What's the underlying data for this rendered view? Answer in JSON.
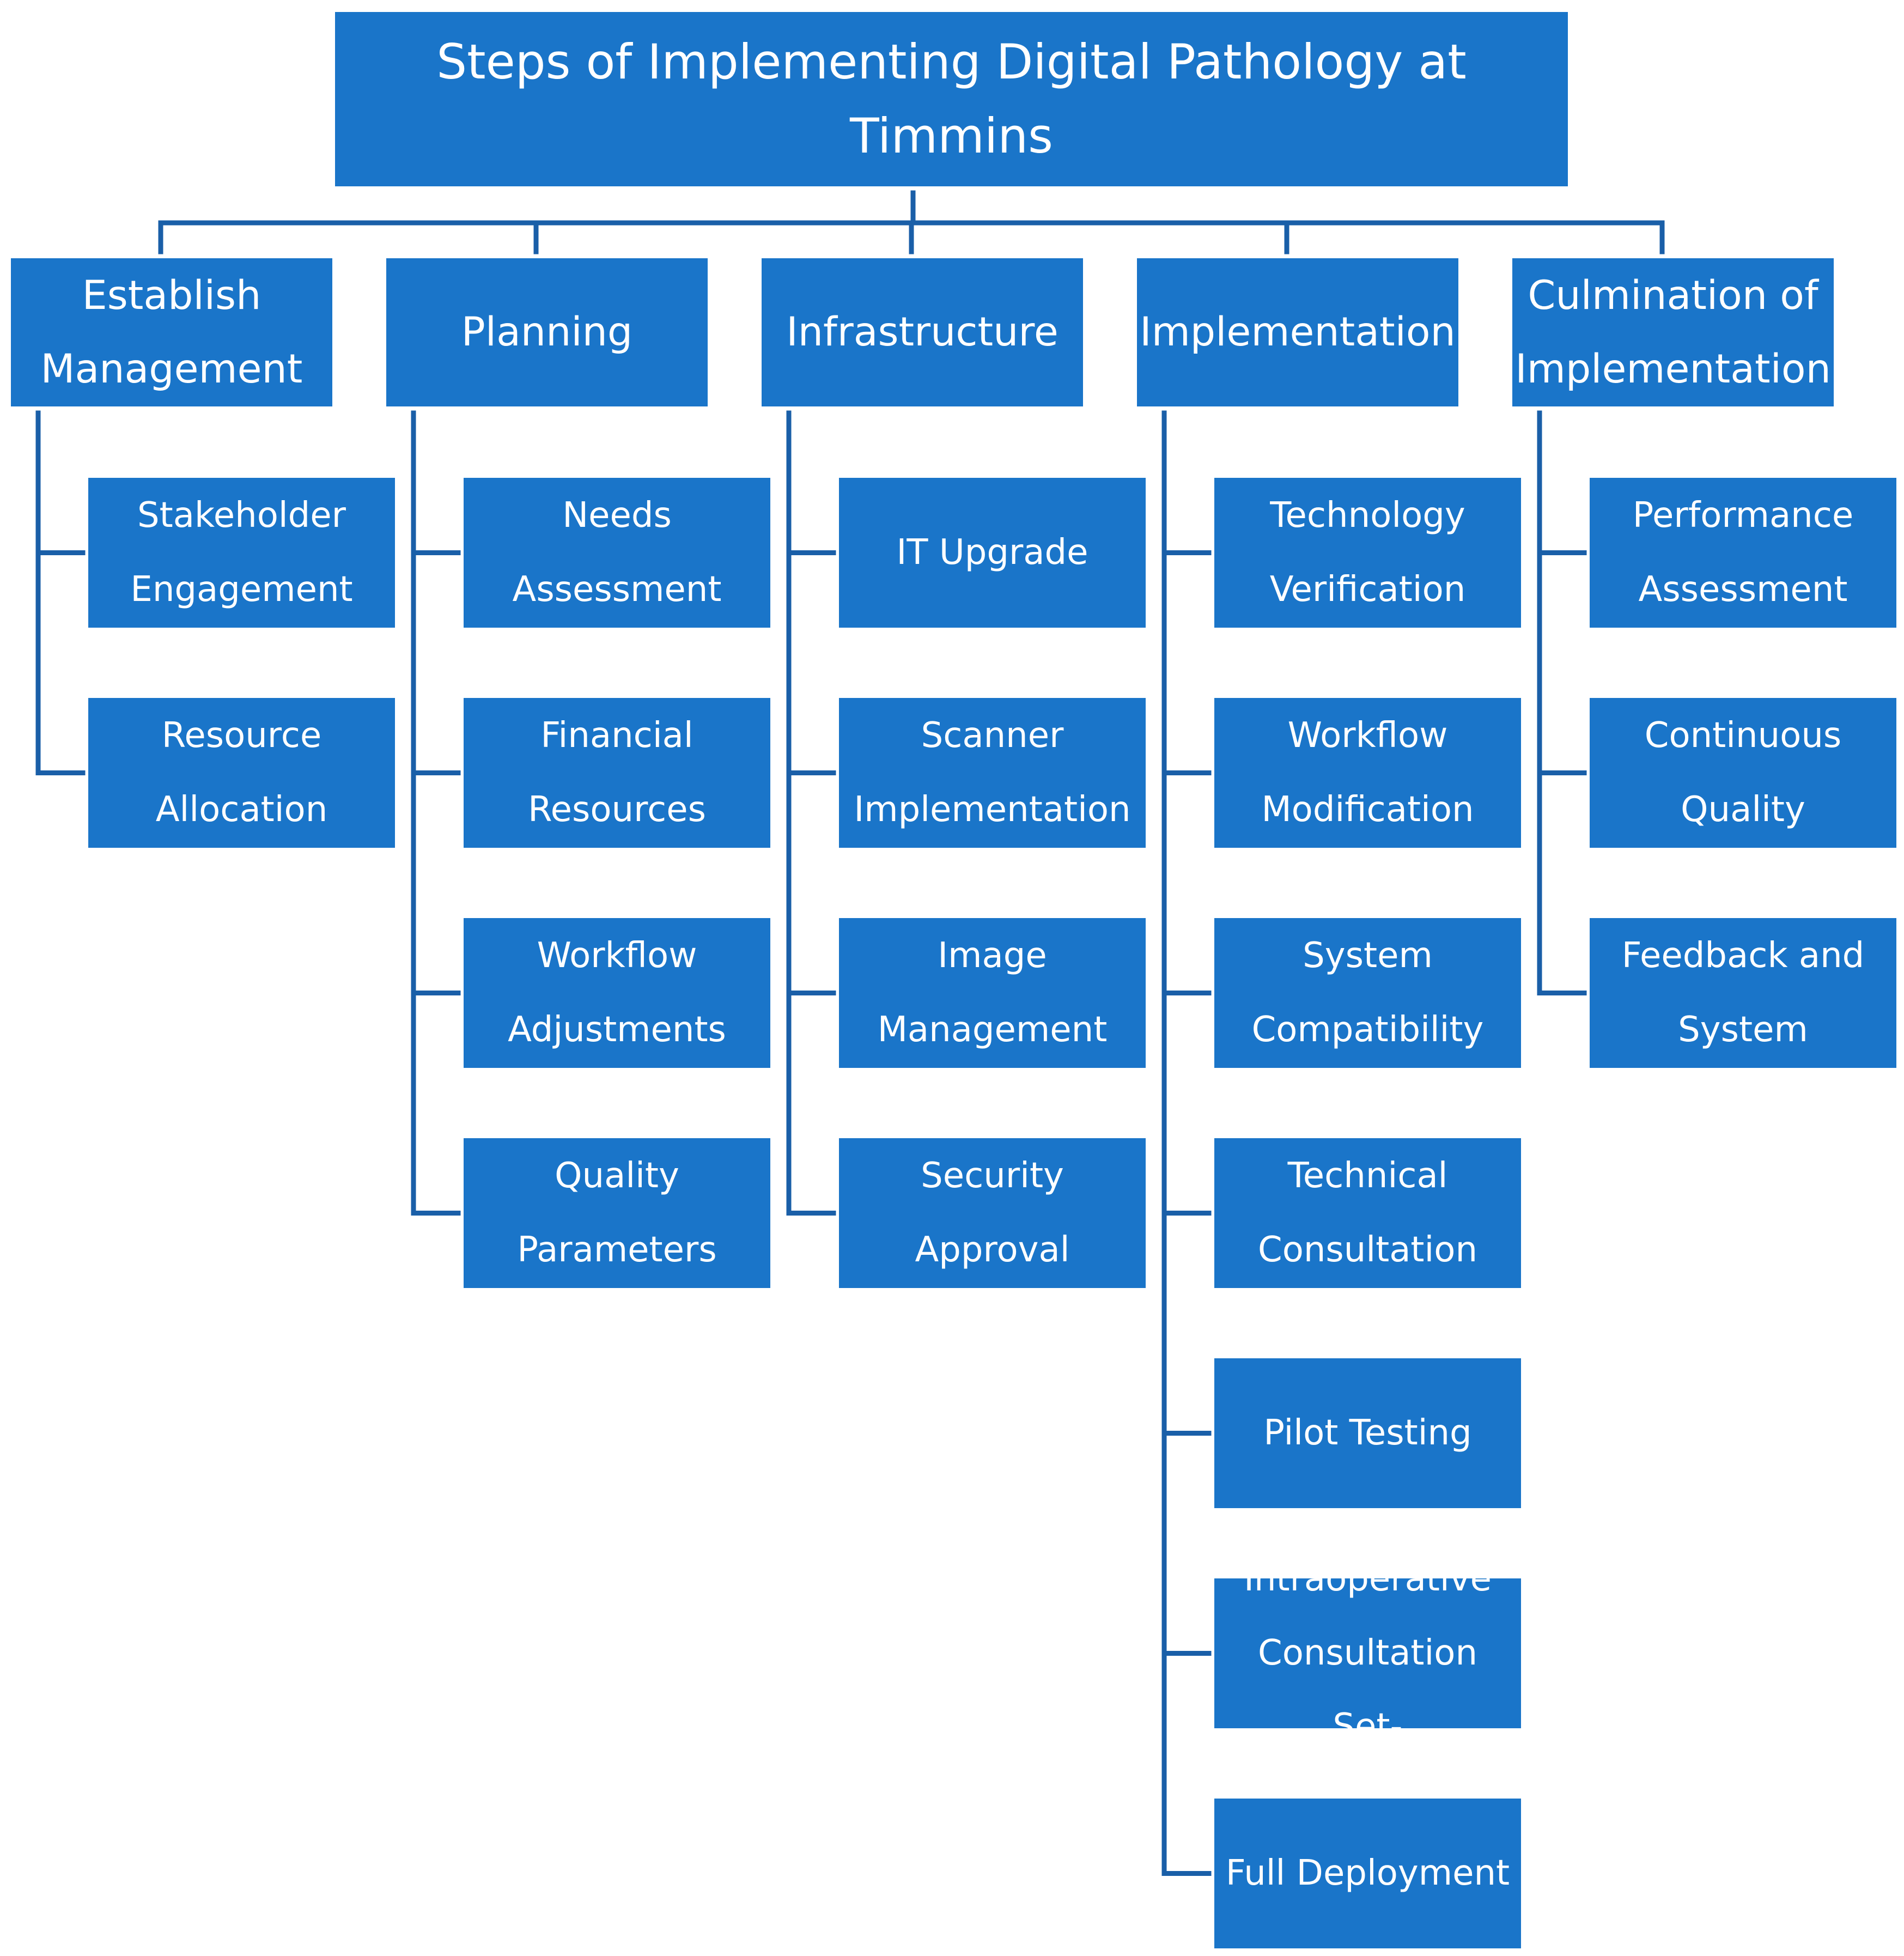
{
  "root": {
    "title": "Steps of Implementing Digital Pathology at Timmins"
  },
  "colors": {
    "box_fill": "#1a75c9",
    "connector": "#1a5fa8",
    "text": "#ffffff"
  },
  "categories": [
    {
      "label": "Establish Management",
      "items": [
        "Stakeholder Engagement",
        "Resource Allocation"
      ]
    },
    {
      "label": "Planning",
      "items": [
        "Needs Assessment",
        "Financial Resources",
        "Workflow Adjustments",
        "Quality Parameters"
      ]
    },
    {
      "label": "Infrastructure",
      "items": [
        "IT Upgrade",
        "Scanner Implementation",
        "Image Management",
        "Security Approval"
      ]
    },
    {
      "label": "Implementation",
      "items": [
        "Technology Verification",
        "Workflow Modification",
        "System Compatibility",
        "Technical Consultation",
        "Pilot Testing",
        "Intraoperative Consultation Set-",
        "Full Deployment"
      ]
    },
    {
      "label": "Culmination of Implementation",
      "items": [
        "Performance Assessment",
        "Continuous Quality",
        "Feedback and System"
      ]
    }
  ]
}
